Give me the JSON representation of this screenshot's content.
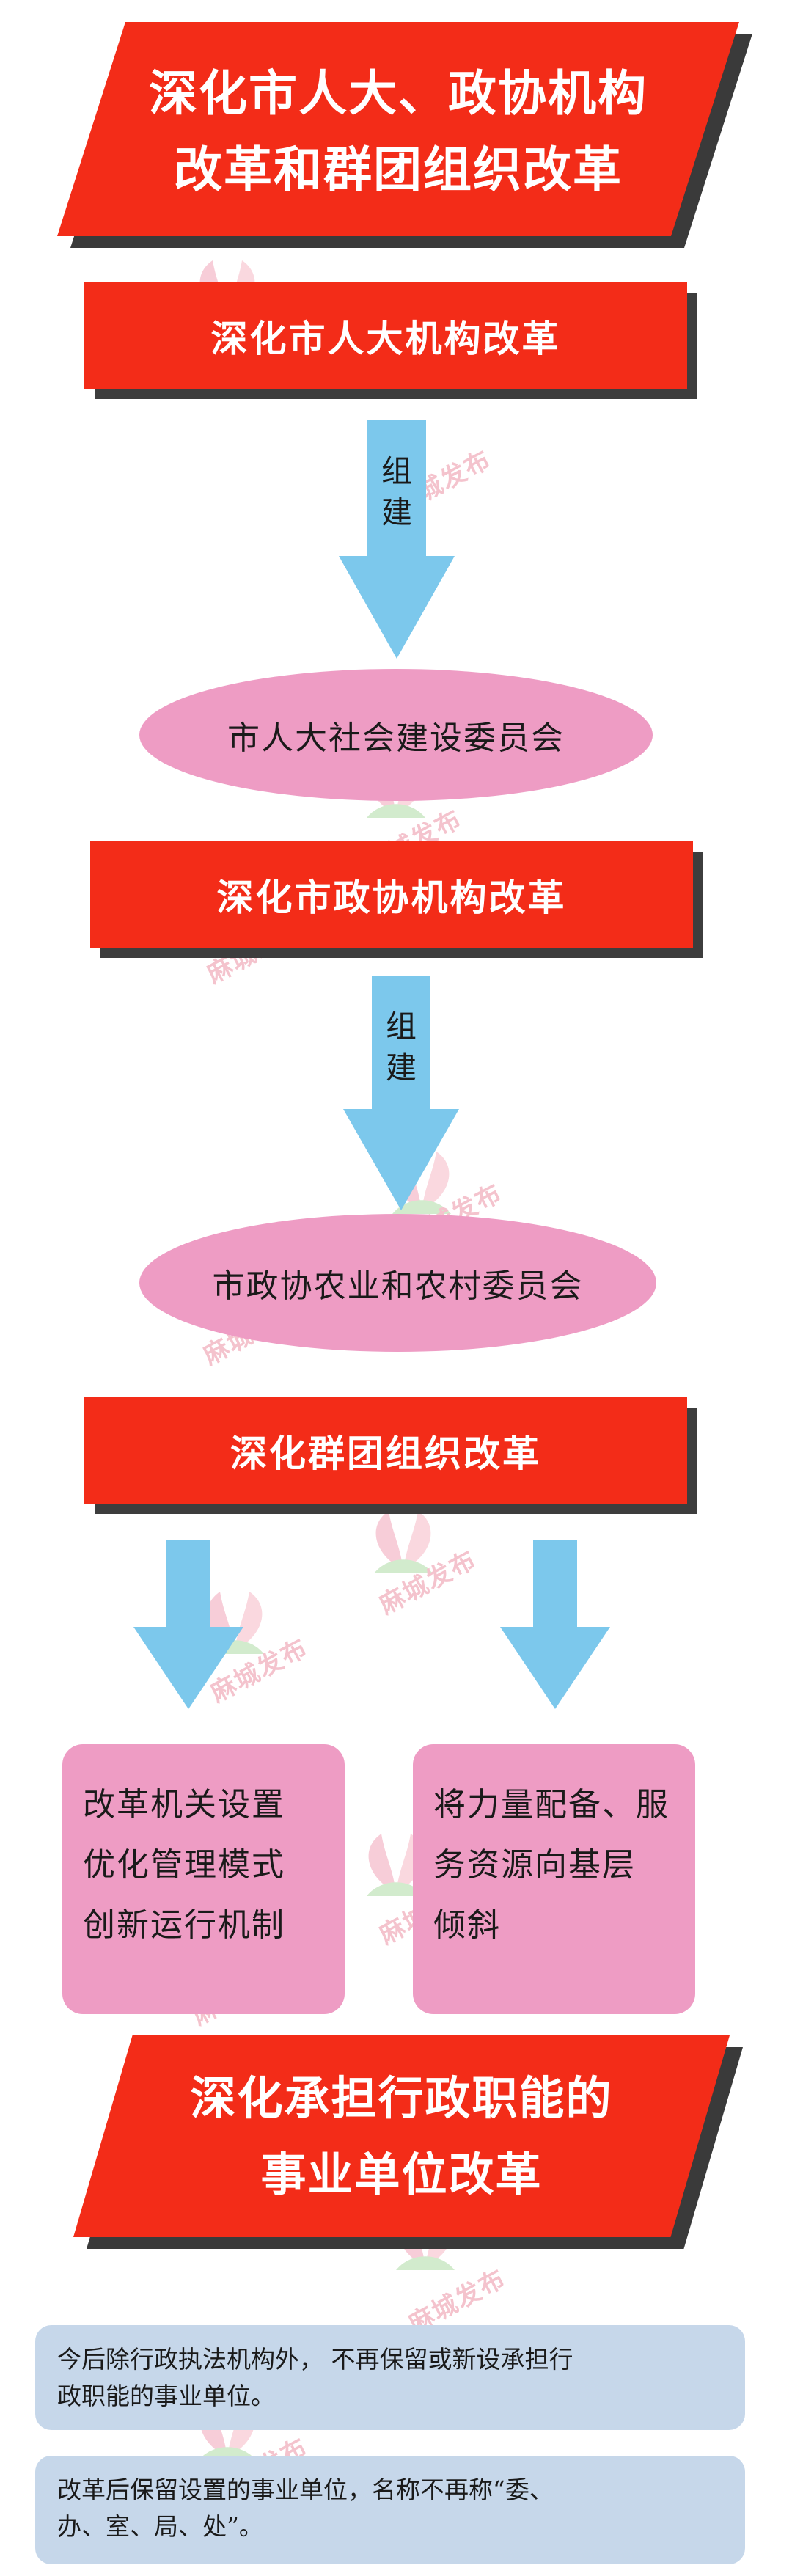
{
  "title_banner": {
    "line1": "深化市人大、政协机构",
    "line2": "改革和群团组织改革"
  },
  "section1": {
    "header": "深化市人大机构改革",
    "arrow_label": [
      "组",
      "建"
    ],
    "result": "市人大社会建设委员会"
  },
  "section2": {
    "header": "深化市政协机构改革",
    "arrow_label": [
      "组",
      "建"
    ],
    "result": "市政协农业和农村委员会"
  },
  "section3": {
    "header": "深化群团组织改革",
    "left_box": [
      "改革机关设置",
      "优化管理模式",
      "创新运行机制"
    ],
    "right_box": [
      "将力量配备、服",
      "务资源向基层",
      "倾斜"
    ]
  },
  "bottom_banner": {
    "line1": "深化承担行政职能的",
    "line2": "事业单位改革"
  },
  "info": {
    "item1": [
      "今后除行政执法机构外， 不再保留或新设承担行",
      "政职能的事业单位。"
    ],
    "item2": [
      "改革后保留设置的事业单位，名称不再称“委、",
      "办、室、局、处”。"
    ]
  },
  "watermark": "麻城发布",
  "colors": {
    "red": "#f32c18",
    "pink": "#ee9cc4",
    "arrow_blue": "#7cc8ec",
    "info_blue": "#c6d7ea"
  }
}
